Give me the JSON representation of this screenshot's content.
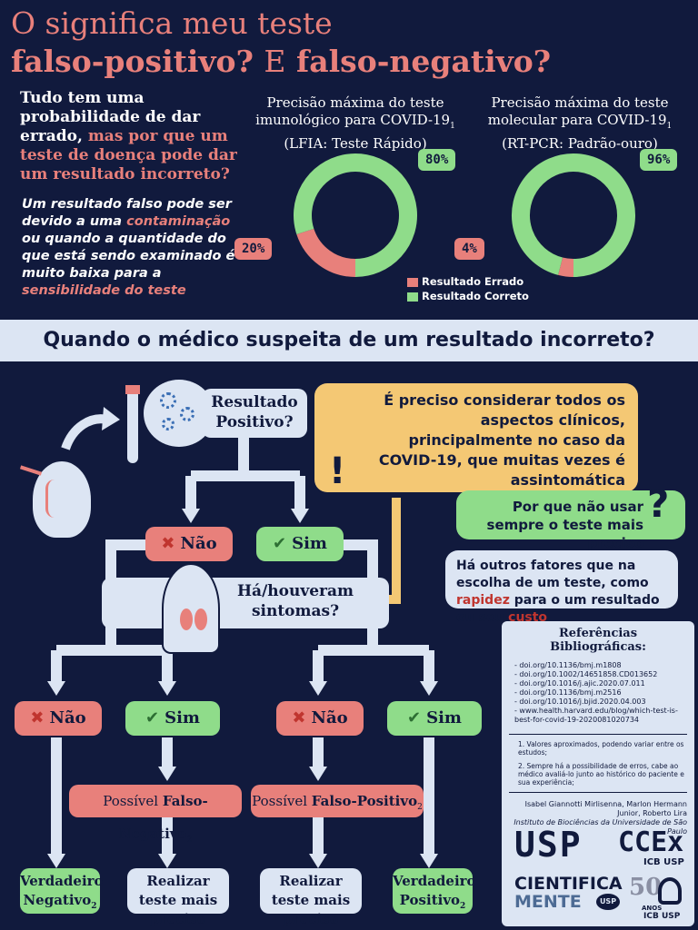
{
  "header": {
    "title_line1": "O significa meu teste",
    "title_line2_a": "falso-positivo?",
    "title_line2_b": "E",
    "title_line2_c": "falso-negativo?"
  },
  "intro": {
    "text_a": "Tudo tem uma probabilidade de dar errado,",
    "text_b": "mas por que um teste de doença pode dar um resultado incorreto?",
    "para_a": "Um resultado falso pode ser devido a uma",
    "para_b": "contaminação",
    "para_c": "ou quando a quantidade do que está sendo examinado é muito baixa para a",
    "para_d": "sensibilidade do teste"
  },
  "chart_data": [
    {
      "type": "pie",
      "title": "Precisão máxima do teste imunológico para COVID-19",
      "title_sup": "1",
      "subtitle": "(LFIA: Teste Rápido)",
      "categories": [
        "Resultado Errado",
        "Resultado Correto"
      ],
      "values": [
        20,
        80
      ],
      "labels": [
        "20%",
        "80%"
      ]
    },
    {
      "type": "pie",
      "title": "Precisão máxima do teste molecular para COVID-19",
      "title_sup": "1",
      "subtitle": "(RT-PCR: Padrão-ouro)",
      "categories": [
        "Resultado Errado",
        "Resultado Correto"
      ],
      "values": [
        4,
        96
      ],
      "labels": [
        "4%",
        "96%"
      ]
    }
  ],
  "legend": {
    "wrong": "Resultado Errado",
    "correct": "Resultado Correto"
  },
  "colors": {
    "background": "#111a3d",
    "wrong": "#e8807b",
    "correct": "#8fdc8a",
    "light": "#dce5f3",
    "yellow": "#f4c874"
  },
  "banner": "Quando o médico suspeita de um resultado incorreto?",
  "flow": {
    "start": "Resultado Positivo?",
    "nao": "Não",
    "sim": "Sim",
    "symptoms": "Há/houveram sintomas?",
    "possible_fn_a": "Possível",
    "possible_fn_b": "Falso-Negativo",
    "possible_fp_a": "Possível",
    "possible_fp_b": "Falso-Positivo",
    "sup2": "2",
    "true_negative": "Verdadeiro Negativo",
    "true_positive": "Verdadeiro Positivo",
    "retest": "Realizar teste mais preciso"
  },
  "notes": {
    "clinical": "É preciso considerar todos os aspectos clínicos, principalmente no caso da COVID-19, que muitas vezes é assintomática",
    "exclamation": "!",
    "why_q": "Por que não usar sempre o teste mais preciso",
    "question_mark": "?",
    "other_a": "Há outros fatores que na escolha de um teste, como",
    "other_b": "rapidez",
    "other_c": "para o um resultado ou seu",
    "other_d": "custo"
  },
  "references": {
    "title": "Referências Bibliográficas:",
    "items": [
      "- doi.org/10.1136/bmj.m1808",
      "- doi.org/10.1002/14651858.CD013652",
      "- doi.org/10.1016/j.ajic.2020.07.011",
      "- doi.org/10.1136/bmj.m2516",
      "- doi.org/10.1016/j.bjid.2020.04.003",
      "- www.health.harvard.edu/blog/which-test-is-best-for-covid-19-2020081020734"
    ],
    "note1": "1. Valores aproximados, podendo variar entre os estudos;",
    "note2": "2. Sempre há a possibilidade de erros, cabe ao médico avaliá-lo junto ao histórico do paciente e sua experiência;",
    "authors": "Isabel Giannotti Mirlisenna, Marlon Hermann Junior, Roberto Lira",
    "institute": "Instituto de Biociências da Universidade de São Paulo"
  },
  "logos": {
    "usp": "USP",
    "cceh": "CCEx",
    "icbusp": "ICB USP",
    "cientifica": "CIENTIFICA",
    "mente": "MENTE",
    "usp_small": "USP",
    "anos": "50",
    "anos_label": "ANOS"
  }
}
